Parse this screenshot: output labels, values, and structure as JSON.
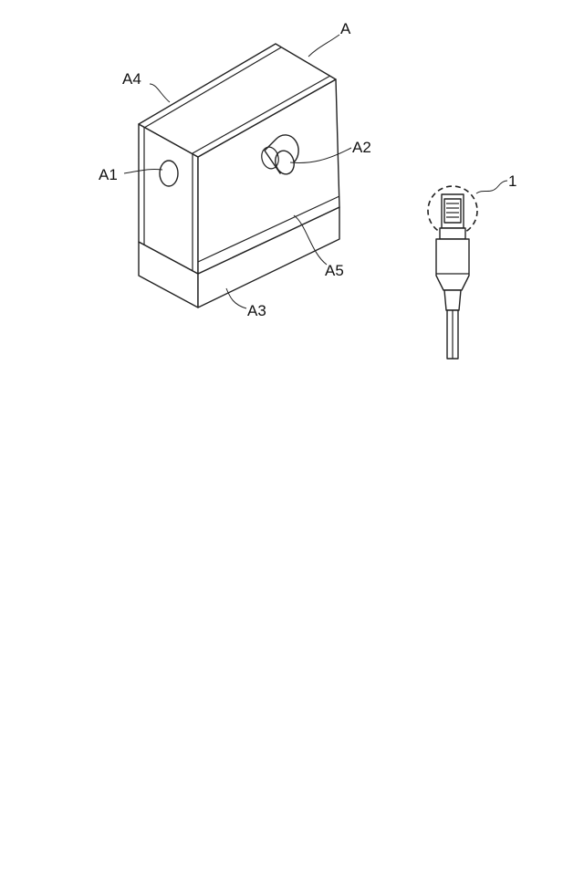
{
  "figure": {
    "labels": {
      "device": "A",
      "top_layer": "A4",
      "left_hole": "A1",
      "front_connector": "A2",
      "front_lower_band": "A5",
      "base": "A3",
      "cable_connector": "1"
    }
  }
}
